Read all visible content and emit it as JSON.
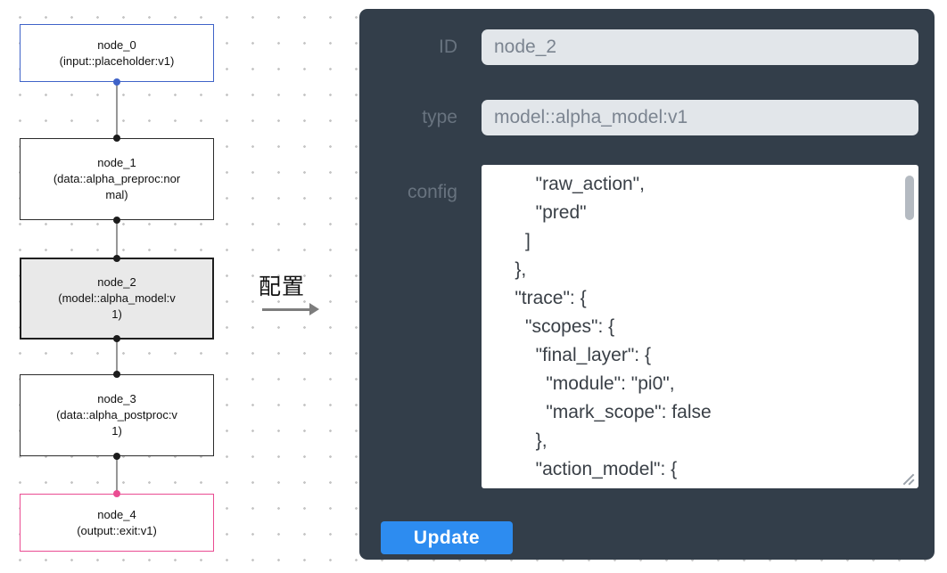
{
  "colors": {
    "panel_bg": "#333e4a",
    "accent_blue": "#2d8cf0",
    "input_node_border": "#3f63c8",
    "output_node_border": "#ea4c92",
    "selected_node_bg": "#e9e9e9",
    "input_field_bg": "#e2e6ea"
  },
  "flow": {
    "nodes": [
      {
        "title": "node_0",
        "subtitle": "(input::placeholder:v1)",
        "state": "input"
      },
      {
        "title": "node_1",
        "subtitle": "(data::alpha_preproc:normal)",
        "state": "default"
      },
      {
        "title": "node_2",
        "subtitle": "(model::alpha_model:v1)",
        "state": "selected"
      },
      {
        "title": "node_3",
        "subtitle": "(data::alpha_postproc:v1)",
        "state": "default"
      },
      {
        "title": "node_4",
        "subtitle": "(output::exit:v1)",
        "state": "output"
      }
    ]
  },
  "transfer": {
    "label": "配置"
  },
  "panel": {
    "id_label": "ID",
    "id_value": "node_2",
    "type_label": "type",
    "type_value": "model::alpha_model:v1",
    "config_label": "config",
    "config_text": "        \"raw_action\",\n        \"pred\"\n      ]\n    },\n    \"trace\": {\n      \"scopes\": {\n        \"final_layer\": {\n          \"module\": \"pi0\",\n          \"mark_scope\": false\n        },\n        \"action_model\": {",
    "update_label": "Update"
  }
}
